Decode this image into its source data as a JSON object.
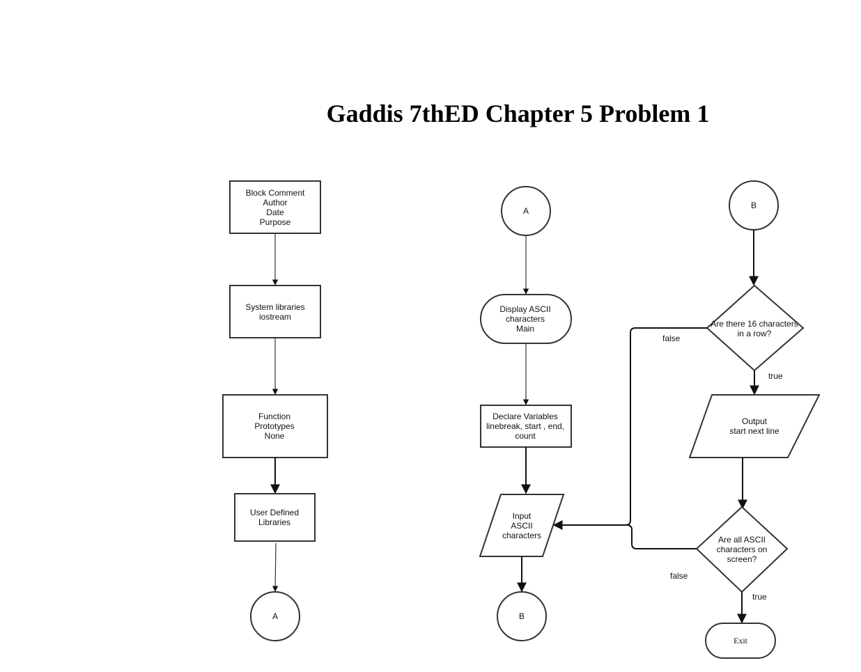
{
  "title": "Gaddis 7thED Chapter 5 Problem 1",
  "nodes": {
    "block_comment": [
      "Block Comment",
      "Author",
      "Date",
      "Purpose"
    ],
    "system_libraries": [
      "System libraries",
      "iostream"
    ],
    "function_prototypes": [
      "Function",
      "Prototypes",
      "None"
    ],
    "user_libraries": [
      "User Defined",
      "Libraries"
    ],
    "connector_a_left": "A",
    "connector_a_top": "A",
    "display_main": [
      "Display ASCII",
      "characters",
      "Main"
    ],
    "declare_variables": [
      "Declare Variables",
      "linebreak, start , end,",
      "count"
    ],
    "input_chars": [
      "Input",
      "ASCII",
      "characters"
    ],
    "connector_b_bottom": "B",
    "connector_b_top": "B",
    "decision_16": [
      "Are there 16 characters",
      "in a row?"
    ],
    "output_line": [
      "Output",
      "start next line"
    ],
    "decision_all": [
      "Are all ASCII",
      "characters on",
      "screen?"
    ],
    "exit": "Exit"
  },
  "edge_labels": {
    "d16_false": "false",
    "d16_true": "true",
    "dall_false": "false",
    "dall_true": "true"
  }
}
